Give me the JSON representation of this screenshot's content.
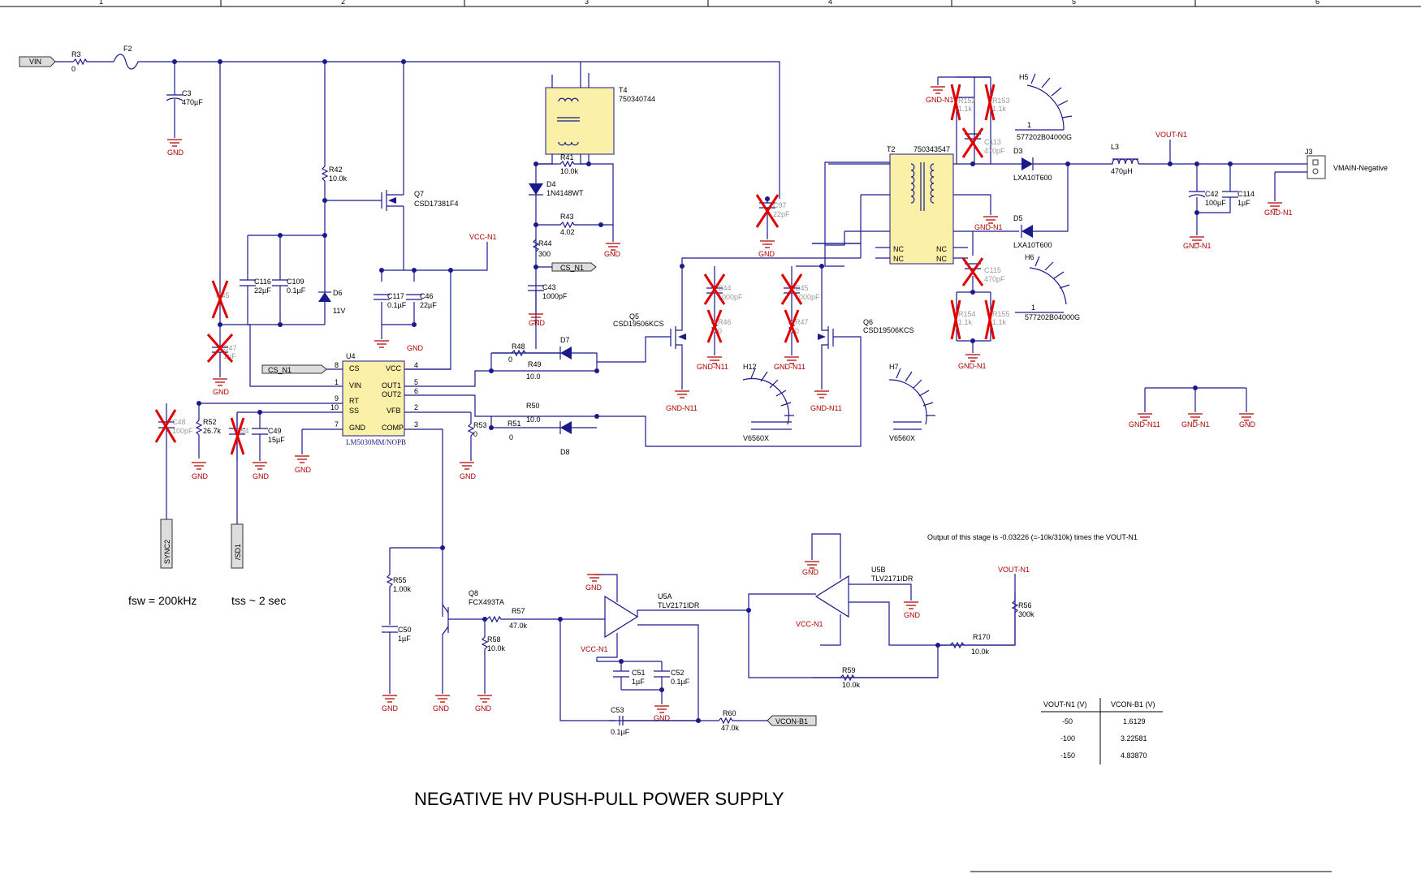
{
  "frame": {
    "zones": [
      "1",
      "2",
      "3",
      "4",
      "5",
      "6"
    ]
  },
  "title": "NEGATIVE HV PUSH-PULL POWER SUPPLY",
  "notes": {
    "fsw": "fsw = 200kHz",
    "tss": "tss ~ 2 sec",
    "output_note": "Output of this stage is -0.03226 (=-10k/310k) times the VOUT-N1"
  },
  "ports": {
    "vin": "VIN",
    "cs_n1_left": "CS_N1",
    "cs_n1_mid": "CS_N1",
    "vcon_b1": "VCON-B1",
    "sync2": "SYNC2",
    "sd1": "/SD1",
    "vmain": "VMAIN-Negative"
  },
  "nets": {
    "gnd": "GND",
    "gnd_n1": "GND-N1",
    "gnd_n11": "GND-N11",
    "vcc_n1": "VCC-N1",
    "vout_n1": "VOUT-N1"
  },
  "components": {
    "r3": {
      "ref": "R3",
      "val": "0"
    },
    "f2": {
      "ref": "F2"
    },
    "c3": {
      "ref": "C3",
      "val": "470µF"
    },
    "r42": {
      "ref": "R42",
      "val": "10.0k"
    },
    "q7": {
      "ref": "Q7",
      "val": "CSD17381F4"
    },
    "c116": {
      "ref": "C116",
      "val": "22µF"
    },
    "c109": {
      "ref": "C109",
      "val": "0.1µF"
    },
    "d6": {
      "ref": "D6",
      "val": "11V"
    },
    "c117": {
      "ref": "C117",
      "val": "0.1µF"
    },
    "c46": {
      "ref": "C46",
      "val": "22µF"
    },
    "r45": {
      "ref": "R45"
    },
    "c47": {
      "ref": "C47",
      "val": "1µF"
    },
    "u4": {
      "ref": "U4",
      "val": "LM5030MM/NOPB",
      "pins": [
        "CS",
        "VIN",
        "RT",
        "SS",
        "GND",
        "VCC",
        "OUT1",
        "OUT2",
        "VFB",
        "COMP"
      ],
      "pinnums": [
        "8",
        "1",
        "9",
        "10",
        "7",
        "4",
        "5",
        "6",
        "2",
        "3"
      ]
    },
    "c48": {
      "ref": "C48",
      "val": "100pF"
    },
    "r52": {
      "ref": "R52",
      "val": "26.7k"
    },
    "r54": {
      "ref": "R54"
    },
    "c49": {
      "ref": "C49",
      "val": "15µF"
    },
    "r53": {
      "ref": "R53",
      "val": "0"
    },
    "t4": {
      "ref": "T4",
      "val": "750340744"
    },
    "r41": {
      "ref": "R41",
      "val": "10.0k"
    },
    "d4": {
      "ref": "D4",
      "val": "1N4148WT"
    },
    "r43": {
      "ref": "R43",
      "val": "4.02"
    },
    "r44": {
      "ref": "R44",
      "val": "300"
    },
    "c43": {
      "ref": "C43",
      "val": "1000pF"
    },
    "r48": {
      "ref": "R48",
      "val": "0"
    },
    "d7": {
      "ref": "D7"
    },
    "r49": {
      "ref": "R49",
      "val": "10.0"
    },
    "r50": {
      "ref": "R50",
      "val": "10.0"
    },
    "r51": {
      "ref": "R51",
      "val": "0"
    },
    "d8": {
      "ref": "D8"
    },
    "q5": {
      "ref": "Q5",
      "val": "CSD19506KCS"
    },
    "q6": {
      "ref": "Q6",
      "val": "CSD19506KCS"
    },
    "c97": {
      "ref": "C97",
      "val": "22pF"
    },
    "c44": {
      "ref": "C44",
      "val": "1000pF"
    },
    "r46": {
      "ref": "R46",
      "val": "0"
    },
    "c45": {
      "ref": "C45",
      "val": "1000pF"
    },
    "r47": {
      "ref": "R47",
      "val": "0"
    },
    "h12": {
      "ref": "H12",
      "val": "V6560X"
    },
    "h7": {
      "ref": "H7",
      "val": "V6560X"
    },
    "t2": {
      "ref": "T2",
      "val": "750343547"
    },
    "r152": {
      "ref": "R152",
      "val": "1.1k"
    },
    "r153": {
      "ref": "R153",
      "val": "1.1k"
    },
    "c113": {
      "ref": "C113",
      "val": "470pF"
    },
    "c115": {
      "ref": "C115",
      "val": "470pF"
    },
    "r154": {
      "ref": "R154",
      "val": "1.1k"
    },
    "r155": {
      "ref": "R155",
      "val": "1.1k"
    },
    "h5": {
      "ref": "H5",
      "val": "577202B04000G"
    },
    "h6": {
      "ref": "H6",
      "val": "577202B04000G"
    },
    "d3": {
      "ref": "D3",
      "val": "LXA10T600"
    },
    "d5": {
      "ref": "D5",
      "val": "LXA10T600"
    },
    "l3": {
      "ref": "L3",
      "val": "470µH"
    },
    "c42": {
      "ref": "C42",
      "val": "100µF"
    },
    "c114": {
      "ref": "C114",
      "val": "1µF"
    },
    "j3": {
      "ref": "J3"
    },
    "r55": {
      "ref": "R55",
      "val": "1.00k"
    },
    "c50": {
      "ref": "C50",
      "val": "1µF"
    },
    "q8": {
      "ref": "Q8",
      "val": "FCX493TA"
    },
    "r57": {
      "ref": "R57",
      "val": "47.0k"
    },
    "r58": {
      "ref": "R58",
      "val": "10.0k"
    },
    "u5a": {
      "ref": "U5A",
      "val": "TLV2171IDR"
    },
    "u5b": {
      "ref": "U5B",
      "val": "TLV2171IDR"
    },
    "c51": {
      "ref": "C51",
      "val": "1µF"
    },
    "c52": {
      "ref": "C52",
      "val": "0.1µF"
    },
    "c53": {
      "ref": "C53",
      "val": "0.1µF"
    },
    "r60": {
      "ref": "R60",
      "val": "47.0k"
    },
    "r59": {
      "ref": "R59",
      "val": "10.0k"
    },
    "r170": {
      "ref": "R170",
      "val": "10.0k"
    },
    "r56": {
      "ref": "R56",
      "val": "300k"
    }
  },
  "table": {
    "headers": [
      "VOUT-N1 (V)",
      "VCON-B1 (V)"
    ],
    "rows": [
      [
        "-50",
        "1.6129"
      ],
      [
        "-100",
        "3.22581"
      ],
      [
        "-150",
        "4.83870"
      ]
    ]
  },
  "colors": {
    "wire": "#1a1a8c",
    "net": "#b00000",
    "dnp": "#e00000",
    "ic_fill": "#fbf0a8"
  }
}
